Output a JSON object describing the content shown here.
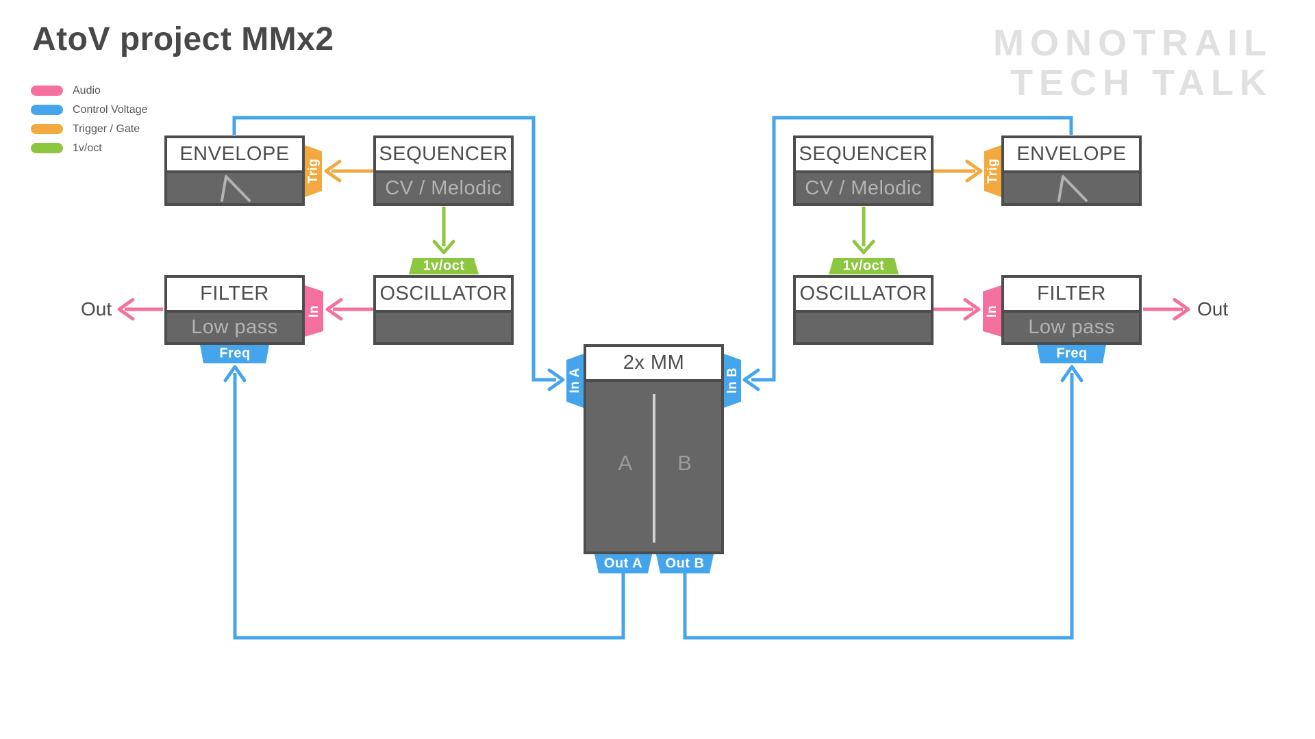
{
  "title": "AtoV project MMx2",
  "watermark": {
    "line1": "MONOTRAIL",
    "line2": "TECH TALK"
  },
  "legend": {
    "items": [
      {
        "label": "Audio",
        "color": "#f5709f"
      },
      {
        "label": "Control Voltage",
        "color": "#45a5ec"
      },
      {
        "label": "Trigger / Gate",
        "color": "#f2a93f"
      },
      {
        "label": "1v/oct",
        "color": "#8dc63f"
      }
    ]
  },
  "modules": {
    "env_left": {
      "title": "ENVELOPE"
    },
    "seq_left": {
      "title": "SEQUENCER",
      "subtitle": "CV / Melodic"
    },
    "filter_left": {
      "title": "FILTER",
      "subtitle": "Low pass"
    },
    "osc_left": {
      "title": "OSCILLATOR"
    },
    "mm": {
      "title": "2x MM",
      "section_a": "A",
      "section_b": "B"
    },
    "seq_right": {
      "title": "SEQUENCER",
      "subtitle": "CV / Melodic"
    },
    "env_right": {
      "title": "ENVELOPE"
    },
    "osc_right": {
      "title": "OSCILLATOR"
    },
    "filter_right": {
      "title": "FILTER",
      "subtitle": "Low pass"
    }
  },
  "tabs": {
    "trig_left": "Trig",
    "trig_right": "Trig",
    "in_left": "In",
    "in_right": "In",
    "voct_left": "1v/oct",
    "voct_right": "1v/oct",
    "freq_left": "Freq",
    "freq_right": "Freq",
    "in_a": "In A",
    "in_b": "In B",
    "out_a": "Out A",
    "out_b": "Out B"
  },
  "outputs": {
    "out_left": "Out",
    "out_right": "Out"
  },
  "colors": {
    "audio": "#f5709f",
    "control_voltage": "#45a5ec",
    "trigger_gate": "#f2a93f",
    "v_oct": "#8dc63f",
    "box_border": "#4d4d4d",
    "box_body": "#666666",
    "header_text": "#4d4d4d",
    "body_text": "#b3b3b3",
    "mm_label": "#9c9c9c",
    "mm_divider": "#d2d2d2",
    "title": "#484848",
    "watermark": "#e0e0e0",
    "legend_text": "#555555",
    "out_label": "#4a4a4a",
    "background": "#ffffff"
  }
}
